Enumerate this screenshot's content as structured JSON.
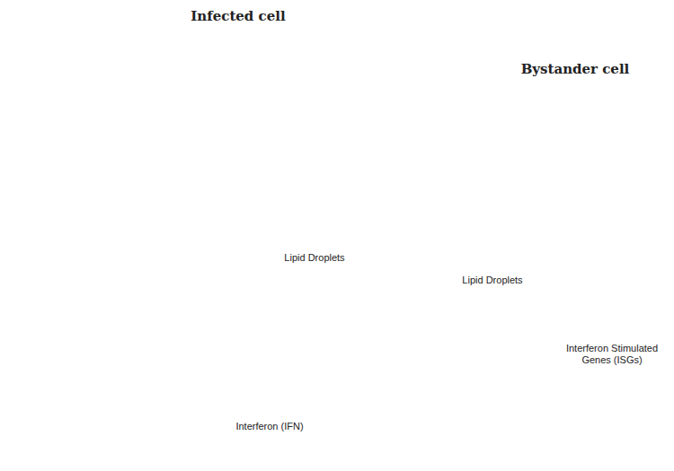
{
  "diagram": {
    "nodes": [
      {
        "text": [
          "Infected cell"
        ]
      },
      {
        "text": [
          "Bystander cell"
        ]
      },
      {
        "text": [
          "Interferon Stimulated Genes (ISGs)"
        ],
        "in": 1
      }
    ],
    "edges": [
      {
        "from": 0,
        "to": 1,
        "arrow": "to"
      }
    ],
    "labels": [
      "Lipid Droplets",
      "Lipid Droplets",
      "Interferon (IFN)"
    ]
  }
}
